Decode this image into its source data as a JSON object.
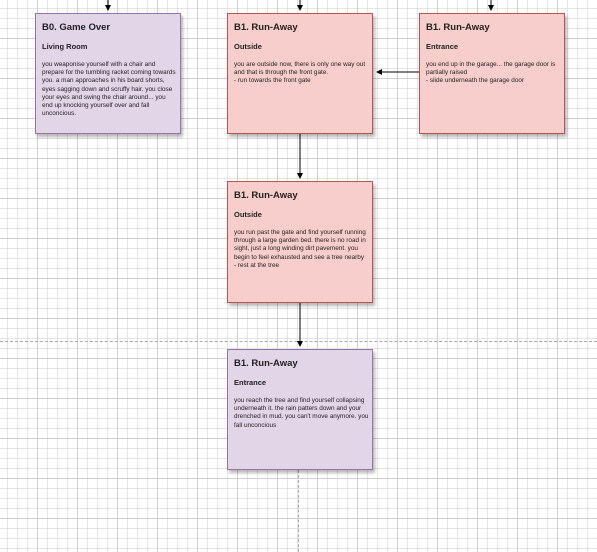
{
  "diagram": {
    "nodes": [
      {
        "id": "b0-game-over",
        "color": "purple",
        "title": "B0. Game Over",
        "subtitle": "Living Room",
        "body": [
          "you weaponise yourself with a chair and prepare for the tumbling racket coming towards you. a man approaches in his board shorts, eyes sagging down and scruffy hair. you close your eyes and swing the chair around... you end up knocking yourself over and fall unconcious."
        ]
      },
      {
        "id": "b1-run-away-outside-top",
        "color": "red",
        "title": "B1. Run-Away",
        "subtitle": "Outside",
        "body": [
          "you are outside now, there is only one way out and that is through the front gate.",
          "- run towards the front gate"
        ]
      },
      {
        "id": "b1-run-away-entrance-right",
        "color": "red",
        "title": "B1. Run-Away",
        "subtitle": "Entrance",
        "body": [
          "you end up in the garage... the garage door is partially raised",
          "- slide underneath the garage door"
        ]
      },
      {
        "id": "b1-run-away-outside-middle",
        "color": "red",
        "title": "B1. Run-Away",
        "subtitle": "Outside",
        "body": [
          "you run past the gate and find yourself running through a large garden bed. there is no road in sight, just a long winding dirt pavement. you begin to feel exhausted and see a tree nearby",
          "- rest at the tree"
        ]
      },
      {
        "id": "b1-run-away-entrance-bottom",
        "color": "purple",
        "title": "B1. Run-Away",
        "subtitle": "Entrance",
        "body": [
          "you reach the tree and find yourself collapsing underneath it. the rain patters down and your drenched in mud. you can't move anymore. you fall unconcious"
        ]
      }
    ],
    "colors": {
      "red_fill": "#f8cecc",
      "red_stroke": "#b85450",
      "purple_fill": "#e1d5e7",
      "purple_stroke": "#9673a6",
      "edge": "#000000"
    }
  }
}
